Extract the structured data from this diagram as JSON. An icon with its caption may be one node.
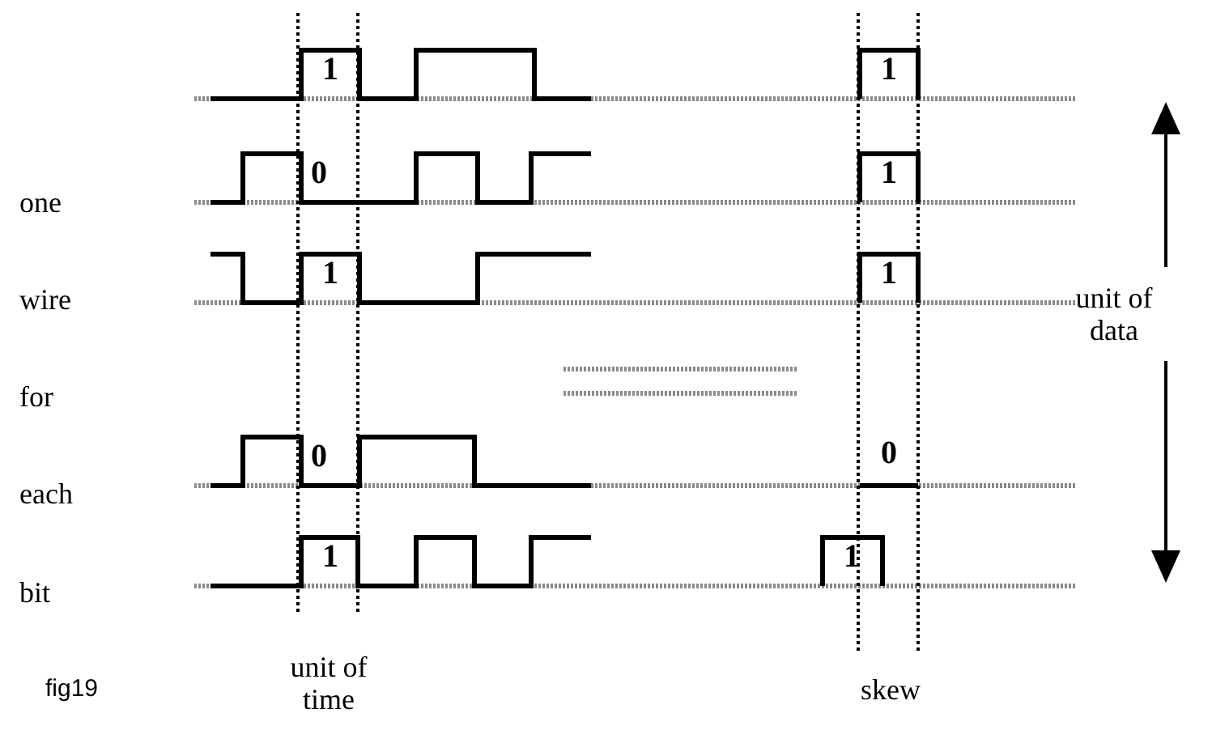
{
  "diagram": {
    "labels": [
      "1",
      "1",
      "one",
      "0",
      "1",
      "wire",
      "1",
      "1",
      "unit of data",
      "for",
      "each",
      "0",
      "0",
      "bit",
      "1",
      "1",
      "fig19",
      "unit of time",
      "skew"
    ]
  }
}
